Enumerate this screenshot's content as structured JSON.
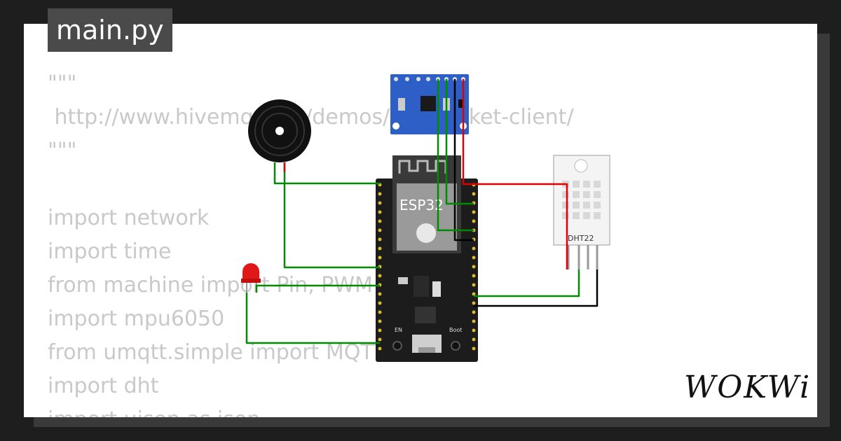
{
  "tab": {
    "filename": "main.py"
  },
  "code": {
    "lines": [
      "\"\"\"",
      " http://www.hivemq.com/demos/websocket-client/",
      "\"\"\"",
      "",
      "import network",
      "import time",
      "from machine import Pin, PWM",
      "import mpu6050",
      "from umqtt.simple import MQTTClient",
      "import dht",
      "import ujson as json"
    ]
  },
  "board": {
    "label": "ESP32",
    "en_label": "EN",
    "boot_label": "Boot"
  },
  "sensor": {
    "label": "DHT22"
  },
  "logo": {
    "text": "WOKWi"
  },
  "colors": {
    "background": "#1e1e1e",
    "canvas": "#ffffff",
    "code_text": "#c9c9c9",
    "tab_bg": "#4a4a4a",
    "wire_green": "#008c00",
    "wire_red": "#e00000",
    "wire_black": "#000000",
    "mpu_board": "#2d5fc6"
  }
}
